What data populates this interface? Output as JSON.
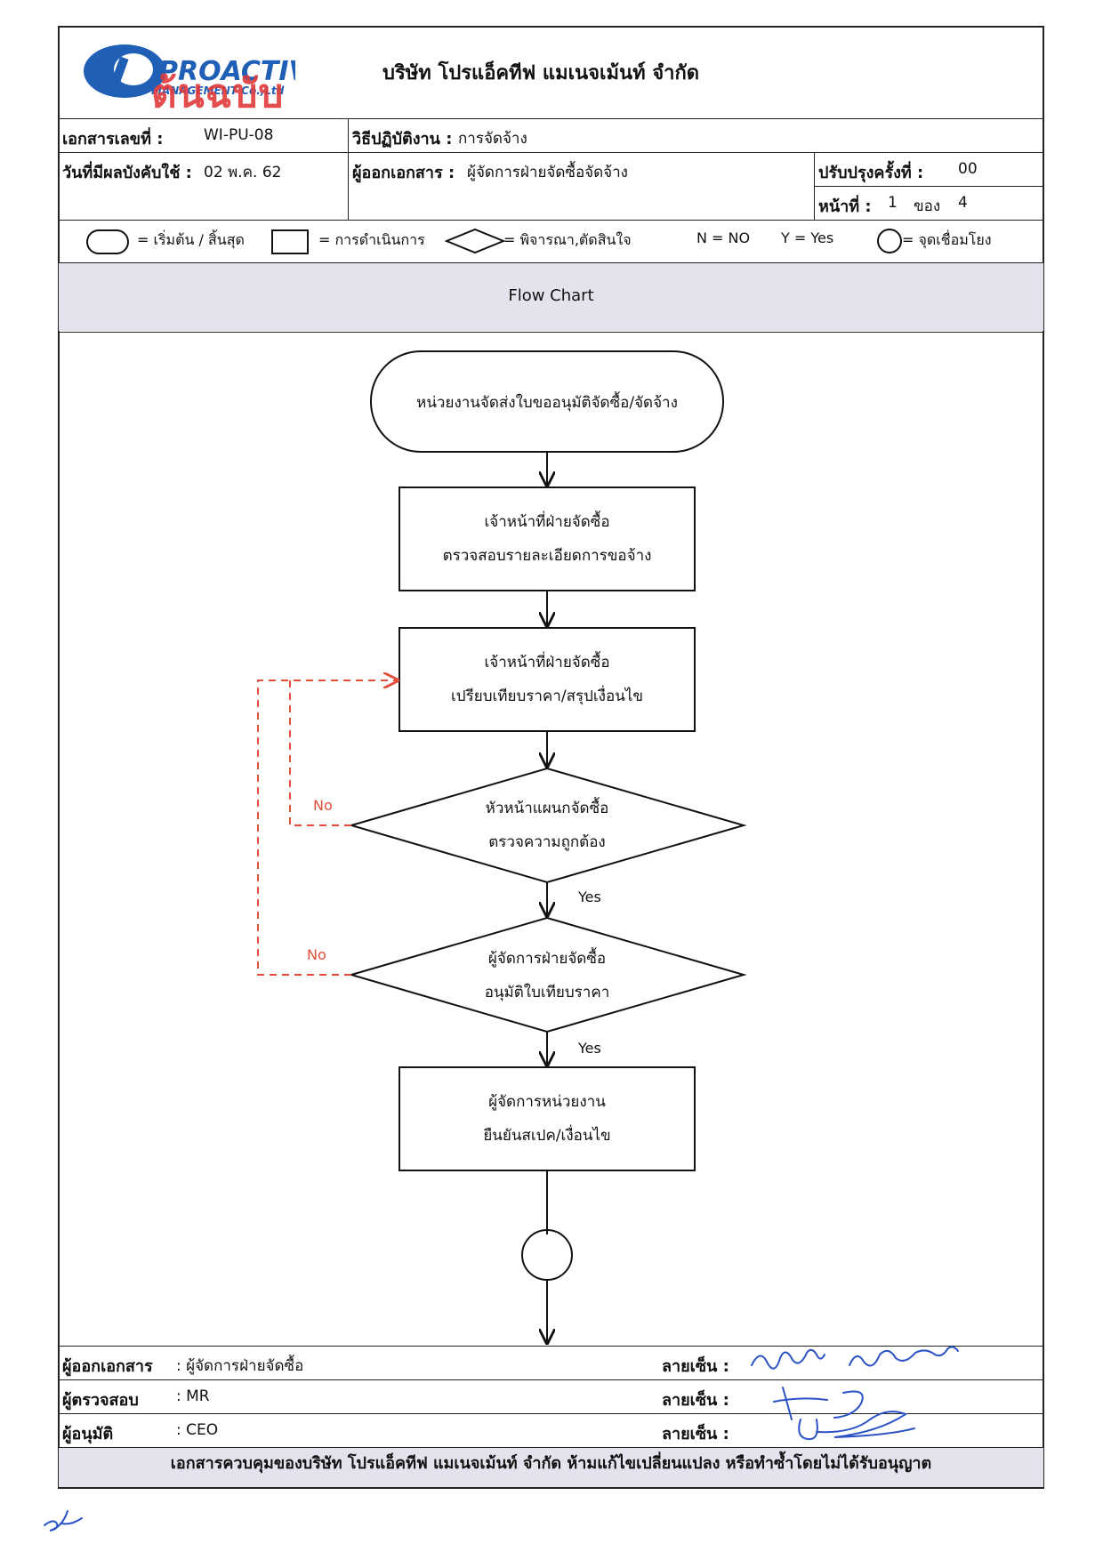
{
  "header": {
    "logo_text": "PROACTIVE",
    "logo_sub": "MANAGEMENT Co.,Ltd",
    "stamp_text": "ต้นฉบับ",
    "company_name": "บริษัท โปรแอ็คทีฟ แมเนจเม้นท์ จำกัด"
  },
  "info": {
    "doc_no_label": "เอกสารเลขที่ :",
    "doc_no": "WI-PU-08",
    "procedure_label": "วิธีปฏิบัติงาน :",
    "procedure": "การจัดจ้าง",
    "effective_label": "วันที่มีผลบังคับใช้ :",
    "effective_date": "02 พ.ค. 62",
    "issuer_label": "ผู้ออกเอกสาร :",
    "issuer": "ผู้จัดการฝ่ายจัดซื้อจัดจ้าง",
    "revision_label": "ปรับปรุงครั้งที่ :",
    "revision": "00",
    "page_label": "หน้าที่ :",
    "page_no": "1",
    "page_of_label": "ของ",
    "page_total": "4"
  },
  "legend": {
    "terminal": "= เริ่มต้น / สิ้นสุด",
    "process": "= การดำเนินการ",
    "decision": "= พิจารณา,ตัดสินใจ",
    "no_def": "N = NO",
    "yes_def": "Y = Yes",
    "connector": "= จุดเชื่อมโยง"
  },
  "section_title": "Flow Chart",
  "flow": {
    "start": "หน่วยงานจัดส่งใบขออนุมัติจัดซื้อ/จัดจ้าง",
    "step1_line1": "เจ้าหน้าที่ฝ่ายจัดซื้อ",
    "step1_line2": "ตรวจสอบรายละเอียดการขอจ้าง",
    "step2_line1": "เจ้าหน้าที่ฝ่ายจัดซื้อ",
    "step2_line2": "เปรียบเทียบราคา/สรุปเงื่อนไข",
    "decision1_line1": "หัวหน้าแผนกจัดซื้อ",
    "decision1_line2": "ตรวจความถูกต้อง",
    "decision1_no": "No",
    "decision1_yes": "Yes",
    "decision2_line1": "ผู้จัดการฝ่ายจัดซื้อ",
    "decision2_line2": "อนุมัติใบเทียบราคา",
    "decision2_no": "No",
    "decision2_yes": "Yes",
    "step3_line1": "ผู้จัดการหน่วยงาน",
    "step3_line2": "ยืนยันสเปค/เงื่อนไข"
  },
  "signoff": {
    "issuer_label": "ผู้ออกเอกสาร",
    "issuer_value": ": ผู้จัดการฝ่ายจัดซื้อ",
    "reviewer_label": "ผู้ตรวจสอบ",
    "reviewer_value": ": MR",
    "approver_label": "ผู้อนุมัติ",
    "approver_value": ": CEO",
    "signature_label": "ลายเซ็น :"
  },
  "footer": "เอกสารควบคุมของบริษัท โปรแอ็คทีฟ แมเนจเม้นท์ จำกัด ห้ามแก้ไขเปลี่ยนแปลง หรือทำซ้ำโดยไม่ได้รับอนุญาต",
  "colors": {
    "logo_blue": "#1f5fb5",
    "stamp_red": "#e23a3a",
    "loop_red": "#e0503a",
    "signature_blue": "#2a52c4",
    "band": "#e3e3ee"
  }
}
